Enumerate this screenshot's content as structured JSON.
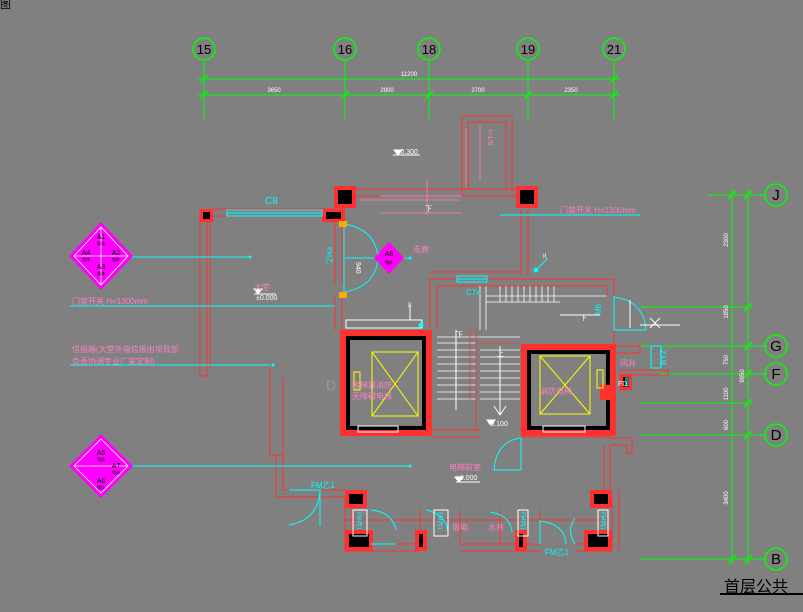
{
  "corner_text": "图",
  "title": "首层公共",
  "grid_top": {
    "labels": [
      "15",
      "16",
      "18",
      "19",
      "21"
    ],
    "total_dim": "11200",
    "dims": [
      "3650",
      "2900",
      "2700",
      "2350"
    ]
  },
  "grid_right": {
    "labels": [
      "J",
      "G",
      "F",
      "D",
      "B"
    ],
    "total_dim": "9950",
    "dims": [
      "2300",
      "1850",
      "750",
      "1100",
      "600",
      "3400"
    ]
  },
  "labels": {
    "c8": "C8",
    "fm1_left": "FM乙",
    "c7a": "C7a",
    "m6": "M6",
    "byz": "BYZ",
    "fd": "FD",
    "fm21_a": "FM乙1",
    "fm21_b": "FM乙1",
    "fm1_b": "FM丙1",
    "fm1_c": "FM丙1",
    "fm1_d": "FM丙1",
    "fm1_e": "FM丙1",
    "elev_top": "-0.300",
    "elev_lobby": "±0.000",
    "elev_hall": "±0.000",
    "elev_mid": "-0.100",
    "ramp": "i=1/8",
    "corridor": "走廊",
    "lobby": "大堂",
    "door_left": "门禁开关 H=1300mm",
    "door_right": "门禁开关 H=1300mm",
    "mailbox_1": "信报箱(大堂外墙信报由项目部",
    "mailbox_2": "负责协调专业厂家定制)",
    "elev_pass_1": "客梯兼消防",
    "elev_pass_2": "无障碍电梯",
    "elev_fire": "消防电梯",
    "hall": "电梯前室",
    "weak": "弱电",
    "water": "水井",
    "wind": "风井",
    "down1": "下",
    "down2": "下",
    "down3": "下",
    "up": "上",
    "num1": "940",
    "d2": "D",
    "tag_n": "II",
    "tag_n2": "II"
  },
  "tag_a": [
    "A1",
    "A2",
    "A3",
    "A4"
  ],
  "tag_a_sub": "墙体",
  "tag_b": [
    "A5",
    "A7",
    "A6"
  ],
  "tag_b_sub": "墙体",
  "tag_a8": "A8",
  "tag_a8_sub": "墙体",
  "colors": {
    "background": "#808080",
    "wall": "#ff3030",
    "dim": "#00ff00",
    "cyan": "#00ffff",
    "yellow": "#ffff00",
    "magenta": "#ff00ff",
    "pink": "#ff7fbf",
    "black": "#000000",
    "white": "#ffffff"
  }
}
